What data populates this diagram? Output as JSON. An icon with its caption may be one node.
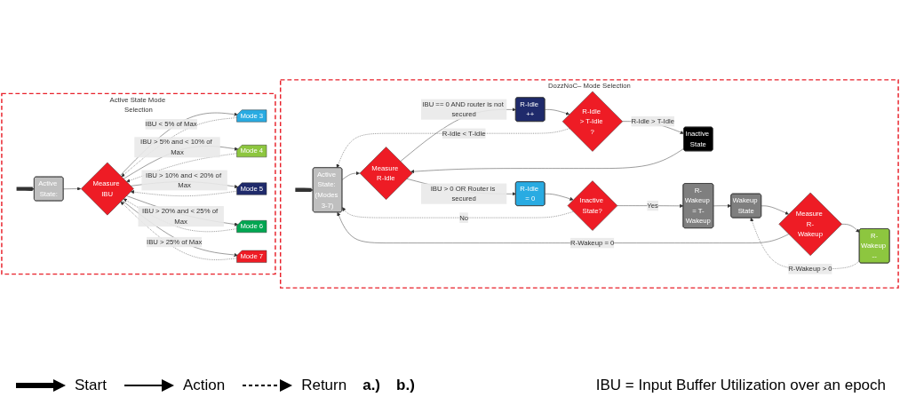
{
  "diagram": {
    "nodes": [
      {
        "text": [
          "DozzNoC– Mode Selection"
        ]
      },
      {
        "text": [
          "Active State: (Modes 3-7)"
        ],
        "in": 0
      },
      {
        "text": [
          "Measure R-Idle"
        ],
        "in": 0
      },
      {
        "text": [
          "R-Idle ++"
        ],
        "in": 0
      },
      {
        "text": [
          "R-Idle > T-Idle ?"
        ],
        "in": 0
      },
      {
        "text": [
          "Inactive State"
        ],
        "in": 0
      },
      {
        "text": [
          "R-Idle = 0"
        ],
        "in": 0
      },
      {
        "text": [
          "Inactive State?"
        ],
        "in": 0
      },
      {
        "text": [
          "R-Wakeup = T-Wakeup"
        ],
        "in": 0
      },
      {
        "text": [
          "Wakeup State"
        ],
        "in": 0
      },
      {
        "text": [
          "Measure R-Wakeup"
        ],
        "in": 0
      },
      {
        "text": [
          "R-Wakeup --"
        ],
        "in": 0
      },
      {
        "text": [
          "Active State Mode Selection"
        ]
      },
      {
        "text": [
          "Active State:"
        ],
        "in": 12
      },
      {
        "text": [
          "Measure IBU"
        ],
        "in": 12
      },
      {
        "text": [
          "Mode 3"
        ],
        "in": 12
      },
      {
        "text": [
          "Mode 4"
        ],
        "in": 12
      },
      {
        "text": [
          "Mode 5"
        ],
        "in": 12
      },
      {
        "text": [
          "Mode 6"
        ],
        "in": 12
      },
      {
        "text": [
          "Mode 7"
        ],
        "in": 12
      }
    ],
    "edges": [
      {
        "from": null,
        "to": 1,
        "arrow": "to",
        "style": "thick"
      },
      {
        "from": 1,
        "to": 2,
        "arrow": "to"
      },
      {
        "from": 2,
        "to": 3,
        "arrow": "to",
        "label": "IBU == 0 AND router is not secured"
      },
      {
        "from": 2,
        "to": 6,
        "arrow": "to",
        "label": "IBU > 0 OR Router is secured"
      },
      {
        "from": 3,
        "to": 4,
        "arrow": "to"
      },
      {
        "from": 4,
        "to": 1,
        "arrow": "to",
        "style": "dashed",
        "label": "R-Idle < T-Idle"
      },
      {
        "from": 4,
        "to": 5,
        "arrow": "to",
        "label": "R-Idle > T-Idle"
      },
      {
        "from": 5,
        "to": 2,
        "arrow": "to"
      },
      {
        "from": 6,
        "to": 7,
        "arrow": "to"
      },
      {
        "from": 7,
        "to": 8,
        "arrow": "to",
        "label": "Yes"
      },
      {
        "from": 7,
        "to": 1,
        "arrow": "to",
        "style": "dashed",
        "label": "No"
      },
      {
        "from": 8,
        "to": 9,
        "arrow": "to"
      },
      {
        "from": 9,
        "to": 10,
        "arrow": "to"
      },
      {
        "from": 10,
        "to": 1,
        "arrow": "to",
        "label": "R-Wakeup = 0"
      },
      {
        "from": 10,
        "to": 11,
        "arrow": "to"
      },
      {
        "from": 11,
        "to": 9,
        "arrow": "to",
        "style": "dashed",
        "label": "R-Wakeup > 0"
      },
      {
        "from": null,
        "to": 13,
        "arrow": "to",
        "style": "thick"
      },
      {
        "from": 13,
        "to": 14,
        "arrow": "to"
      },
      {
        "from": 14,
        "to": 15,
        "arrow": "to",
        "label": "IBU < 5% of Max"
      },
      {
        "from": 14,
        "to": 16,
        "arrow": "to",
        "label": "IBU > 5% and < 10% of Max"
      },
      {
        "from": 14,
        "to": 17,
        "arrow": "to",
        "label": "IBU > 10% and < 20% of Max"
      },
      {
        "from": 14,
        "to": 18,
        "arrow": "to",
        "label": "IBU > 20% and < 25% of Max"
      },
      {
        "from": 14,
        "to": 19,
        "arrow": "to",
        "label": "IBU > 25% of Max"
      },
      {
        "from": 15,
        "to": 14,
        "arrow": "to",
        "style": "dashed"
      },
      {
        "from": 16,
        "to": 14,
        "arrow": "to",
        "style": "dashed"
      },
      {
        "from": 17,
        "to": 14,
        "arrow": "to",
        "style": "dashed"
      },
      {
        "from": 18,
        "to": 14,
        "arrow": "to",
        "style": "dashed"
      },
      {
        "from": 19,
        "to": 14,
        "arrow": "to",
        "style": "dashed"
      }
    ],
    "labels": [
      "a.)",
      "b.)",
      "IBU = Input Buffer Utilization over an epoch"
    ],
    "legend": [
      {
        "text": "Start"
      },
      {
        "text": "Action"
      },
      {
        "text": "Return"
      }
    ]
  }
}
